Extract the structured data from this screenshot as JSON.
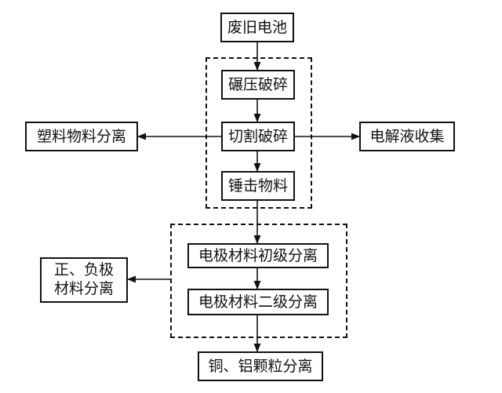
{
  "nodes": {
    "waste_battery": "废旧电池",
    "roll_crush": "碾压破碎",
    "cut_crush": "切割破碎",
    "hammer_material": "锤击物料",
    "plastic_separation": "塑料物料分离",
    "electrolyte_collection": "电解液收集",
    "electrode_primary": "电极材料初级分离",
    "electrode_secondary": "电极材料二级分离",
    "pos_neg_line1": "正、负极",
    "pos_neg_line2": "材料分离",
    "cu_al_separation": "铜、铝颗粒分离"
  },
  "colors": {
    "stroke": "#111111",
    "background": "#ffffff"
  }
}
